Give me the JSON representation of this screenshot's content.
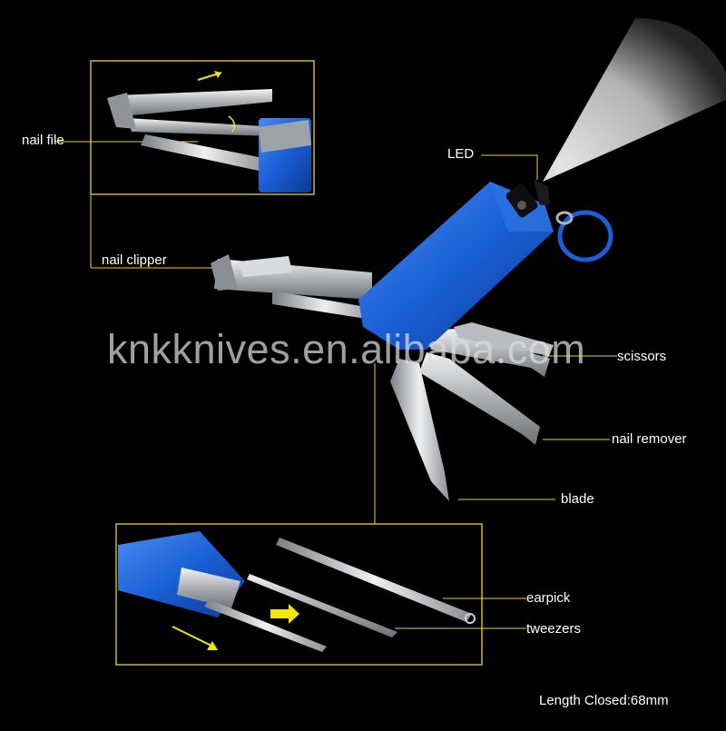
{
  "watermark": "knkknives.en.alibaba.com",
  "labels": {
    "nail_file": "nail file",
    "nail_clipper": "nail clipper",
    "led": "LED",
    "scissors": "scissors",
    "nail_remover": "nail remover",
    "blade": "blade",
    "earpick": "earpick",
    "tweezers": "tweezers",
    "length_closed": "Length Closed:68mm"
  },
  "colors": {
    "background": "#000000",
    "callout_line": "#f2d21a",
    "handle_blue": "#1a5fd6",
    "steel": "#c8ccd0",
    "arrow_yellow": "#f5e600",
    "label_text": "#ffffff"
  }
}
